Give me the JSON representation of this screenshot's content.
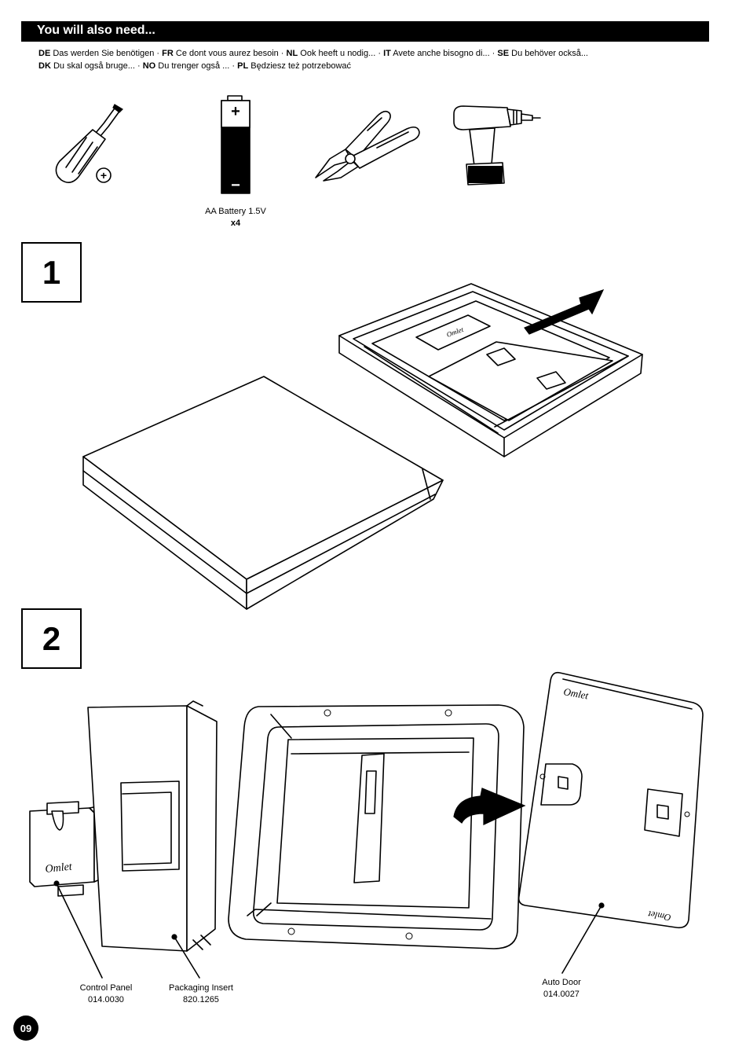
{
  "header": {
    "title": "You will also need..."
  },
  "languages": {
    "line1": [
      {
        "code": "DE",
        "text": "Das werden Sie benötigen · "
      },
      {
        "code": "FR",
        "text": "Ce dont vous aurez besoin  · "
      },
      {
        "code": "NL",
        "text": "Ook heeft u nodig... · "
      },
      {
        "code": "IT",
        "text": "Avete anche bisogno di... · "
      },
      {
        "code": "SE",
        "text": "Du behöver också..."
      }
    ],
    "line2": [
      {
        "code": "DK",
        "text": "Du skal også bruge... · "
      },
      {
        "code": "NO",
        "text": "Du trenger også ... · "
      },
      {
        "code": "PL",
        "text": "Będziesz też potrzebować"
      }
    ]
  },
  "tools": {
    "battery_plus": "+",
    "battery_minus": "−",
    "battery_label": "AA Battery 1.5V",
    "battery_qty": "x4",
    "screwdriver_mark": "+"
  },
  "steps": [
    {
      "number": "1"
    },
    {
      "number": "2"
    }
  ],
  "product_labels": {
    "brand": "Omlet",
    "control_panel": {
      "name": "Control Panel",
      "code": "014.0030"
    },
    "packaging_insert": {
      "name": "Packaging Insert",
      "code": "820.1265"
    },
    "auto_door": {
      "name": "Auto Door",
      "code": "014.0027"
    }
  },
  "page_number": "09"
}
